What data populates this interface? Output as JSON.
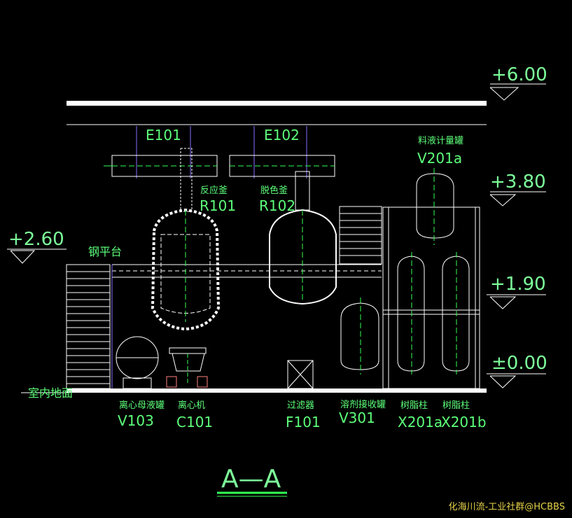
{
  "levels": {
    "l600": "+6.00",
    "l380": "+3.80",
    "l260": "+2.60",
    "l190": "+1.90",
    "l000": "±0.00"
  },
  "exchangers": {
    "e101": "E101",
    "e102": "E102"
  },
  "reactors": {
    "r101": {
      "name": "反应釜",
      "tag": "R101"
    },
    "r102": {
      "name": "脱色釜",
      "tag": "R102"
    }
  },
  "meter_tank": {
    "name": "料液计量罐",
    "tag": "V201a"
  },
  "platform_label": "钢平台",
  "floor_label": "室内地面",
  "equipment": [
    {
      "name": "离心母液罐",
      "tag": "V103"
    },
    {
      "name": "离心机",
      "tag": "C101"
    },
    {
      "name": "过滤器",
      "tag": "F101"
    },
    {
      "name": "溶剂接收罐",
      "tag": "V301"
    },
    {
      "name": "树脂柱",
      "tag": "X201a"
    },
    {
      "name": "树脂柱",
      "tag": "X201b"
    }
  ],
  "section_title": "A—A",
  "watermark": "化海川流-工业社群@HCBBS",
  "colors": {
    "background": "#000000",
    "text": "#5dff7a",
    "lines": "#ffffff",
    "watermark": "#e6d24a"
  }
}
